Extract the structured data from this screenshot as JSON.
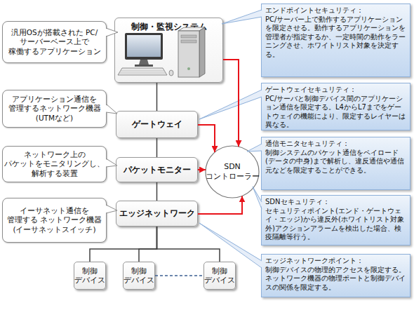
{
  "diagram": {
    "nodes": [
      {
        "text": [
          "汎用OSが搭載された PC/サーバーベース上で 稼働するアプリケーション"
        ]
      },
      {
        "text": [
          "制御・監視システム"
        ]
      },
      {
        "text": [
          "エンドポイントセキュリティ：",
          "PC/サーバー上で動作するアプリケーションを限定させる。動作するアプリケーションを管理者が指定するか、一定時間の動作をラーニングさせ、ホワイトリスト対象を決定する。"
        ]
      },
      {
        "text": [
          "アプリケーション通信を 管理するネットワーク機器 (UTMなど)"
        ]
      },
      {
        "text": [
          "ゲートウェイ"
        ]
      },
      {
        "text": [
          "ゲートウェイセキュリティ：",
          "PC/サーバと制御デバイス間のアプリケーション通信を限定する。L4からL7までをゲートウェイの機能により、限定するレイヤーは異なる。"
        ]
      },
      {
        "text": [
          "ネットワーク上の パケットをモニタリングし、 解析する装置"
        ]
      },
      {
        "text": [
          "パケットモニター"
        ]
      },
      {
        "text": [
          "SDN コントローラー"
        ]
      },
      {
        "text": [
          "通信モニタセキュリティ：",
          "制御システムのパケット通信をペイロード(データの中身)まで解析し、違反通信や通信元などを限定することができる。"
        ]
      },
      {
        "text": [
          "イーサネット通信を 管理する ネットワーク機器 (イーサネットスイッチ)"
        ]
      },
      {
        "text": [
          "エッジネットワーク"
        ]
      },
      {
        "text": [
          "SDNセキュリティ：",
          "セキュリティポイント(エンド・ゲートウェイ・エッジ)から違反外(ホワイトリスト対象外)アクションアラームを検出した場合、検疫隔離等行う。"
        ]
      },
      {
        "text": [
          "エッジネットワークポイント：",
          "制御デバイスの物理的アクセスを限定する。ネットワーク機器の物理ポートと制御デバイスの関係を限定する。"
        ]
      },
      {
        "text": [
          "制御 デバイス"
        ]
      },
      {
        "text": [
          "制御 デバイス"
        ]
      },
      {
        "text": [
          "制御 デバイス"
        ]
      }
    ],
    "edges": [
      {
        "from": 1,
        "to": 4,
        "arrow": "none"
      },
      {
        "from": 4,
        "to": 7,
        "arrow": "none"
      },
      {
        "from": 7,
        "to": 11,
        "arrow": "none"
      },
      {
        "from": 11,
        "to": 14,
        "arrow": "none"
      },
      {
        "from": 11,
        "to": 15,
        "arrow": "none"
      },
      {
        "from": 11,
        "to": 16,
        "arrow": "none"
      },
      {
        "from": 15,
        "to": 16,
        "arrow": "none"
      },
      {
        "from": 1,
        "to": 8,
        "arrow": "to"
      },
      {
        "from": 4,
        "to": 8,
        "arrow": "to"
      },
      {
        "from": 7,
        "to": 8,
        "arrow": "to"
      },
      {
        "from": 11,
        "to": 8,
        "arrow": "to"
      }
    ]
  }
}
